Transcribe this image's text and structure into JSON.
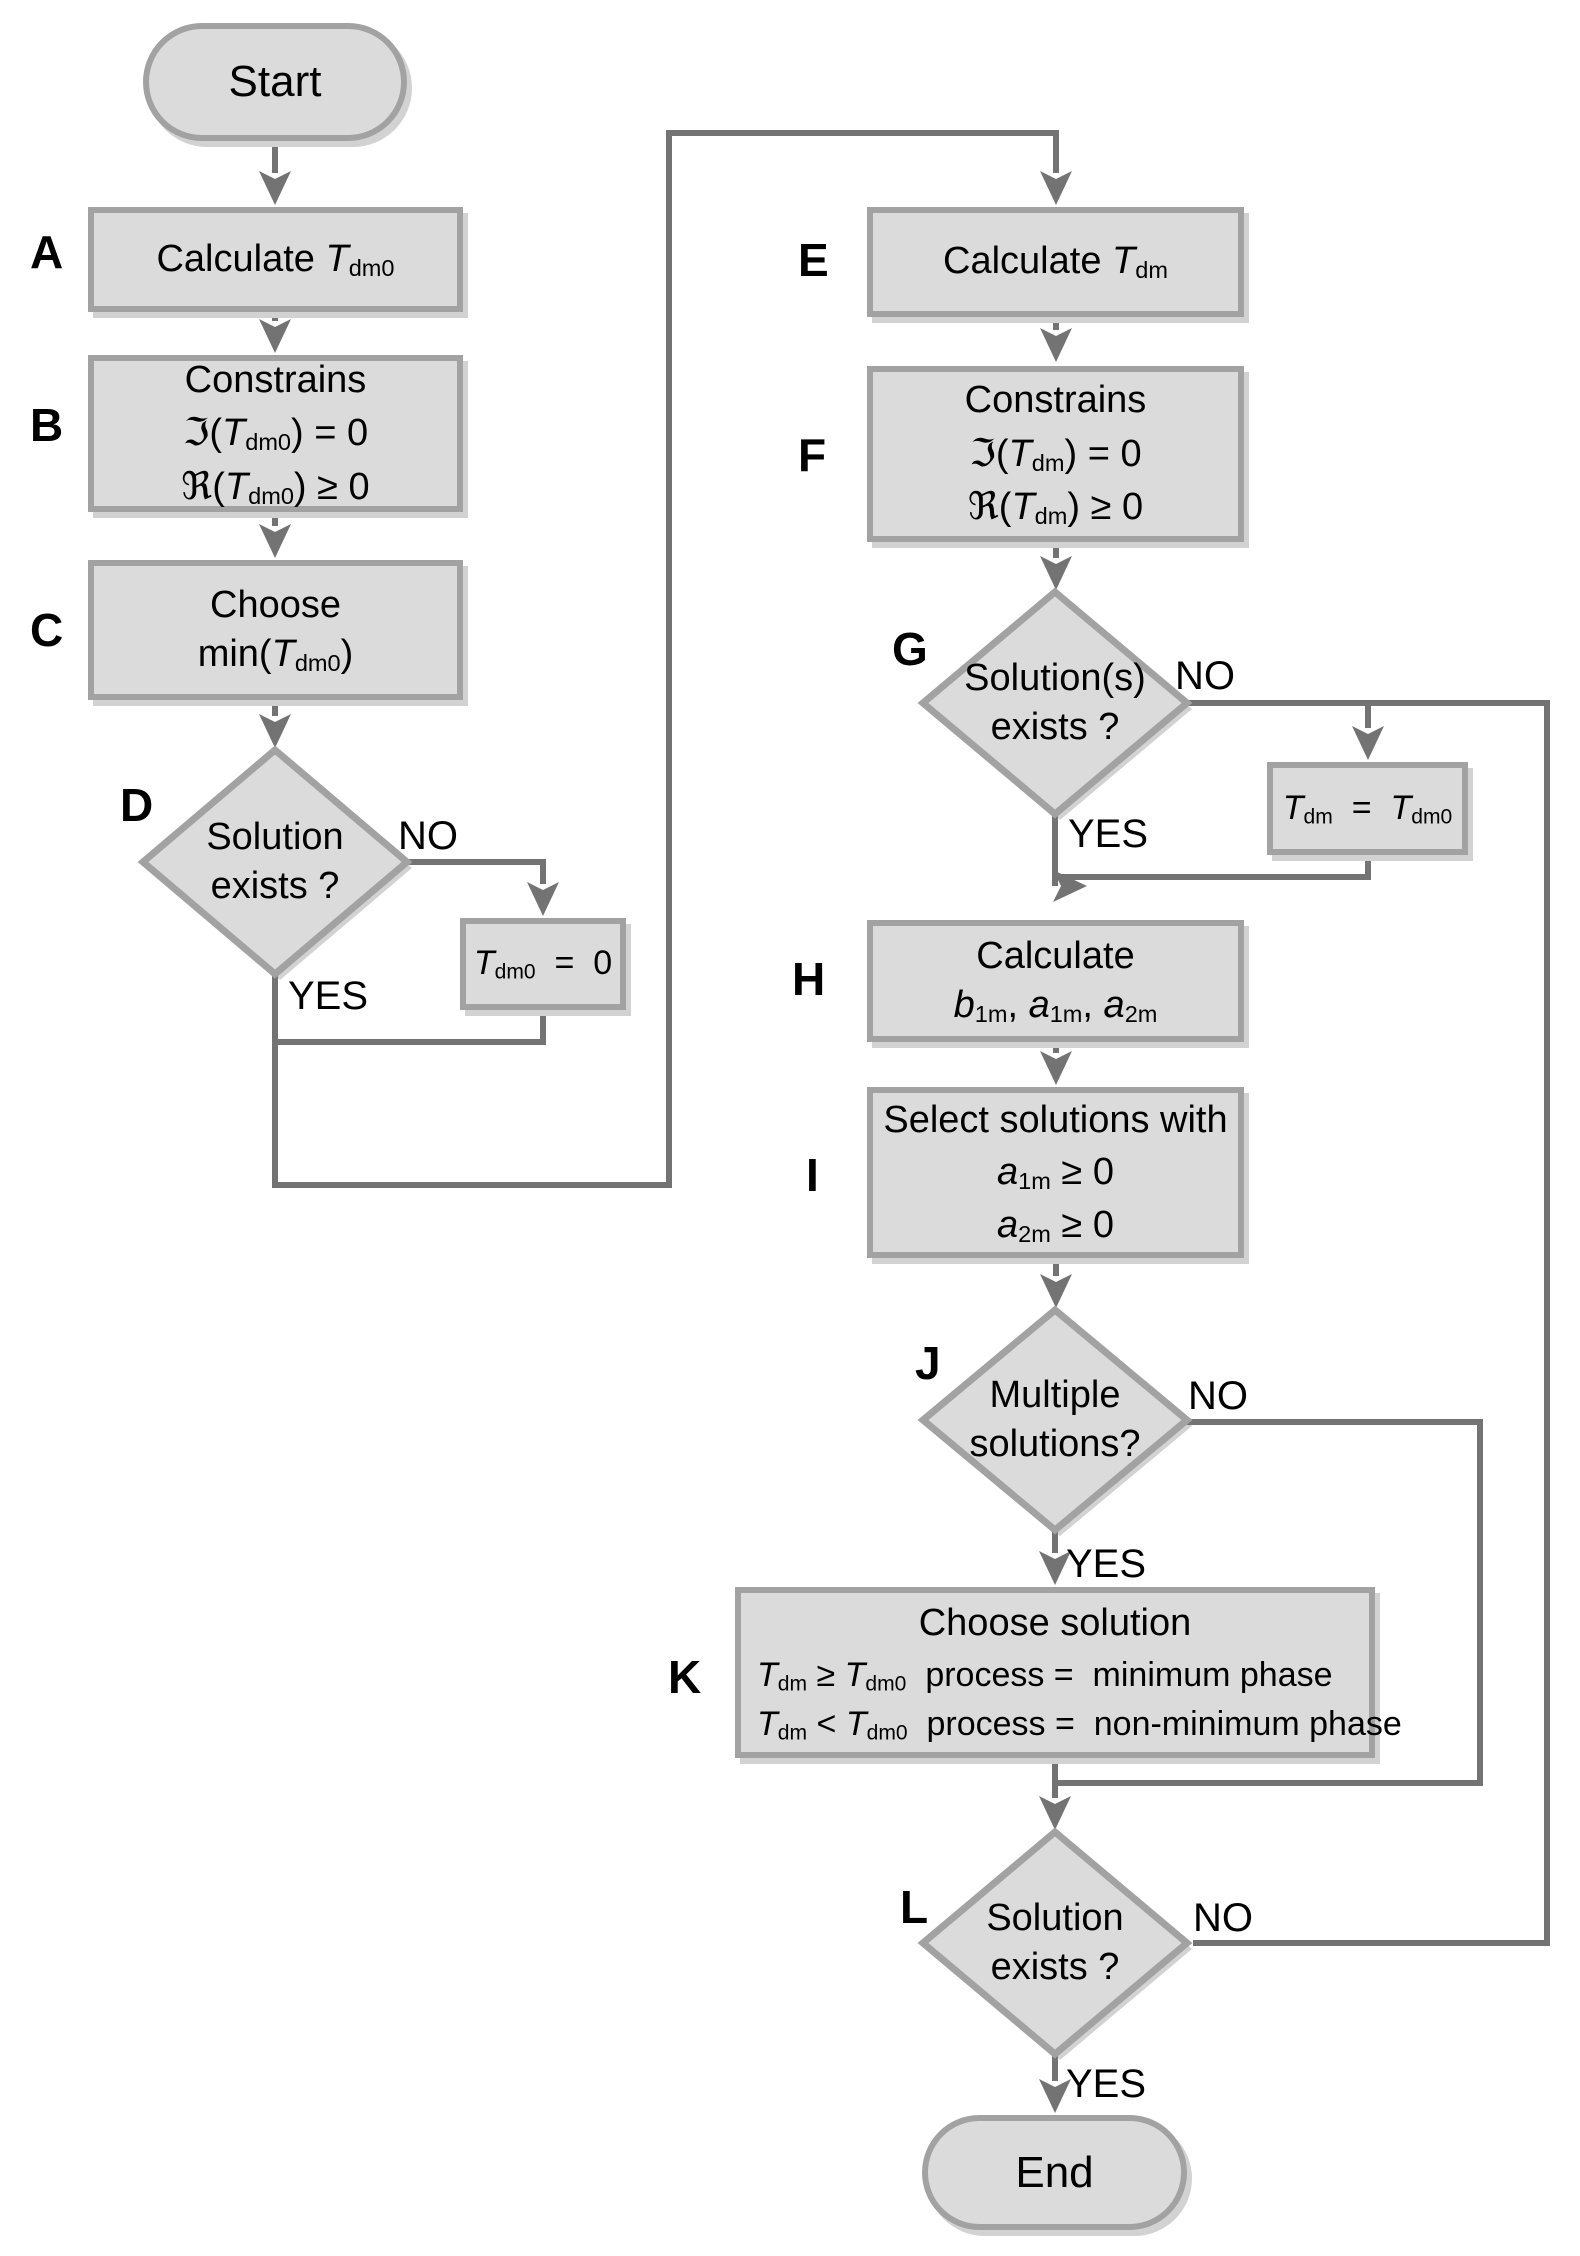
{
  "colors": {
    "node_fill": "#dbdbdb",
    "node_border": "#a2a2a2",
    "connector_line": "#737373",
    "shadow": "#d2d2d2",
    "text": "#000000"
  },
  "nodes": {
    "start": {
      "label": "Start"
    },
    "a": {
      "letter": "A",
      "lines": [
        [
          {
            "t": "Calculate "
          },
          {
            "t": "T",
            "i": 1
          },
          {
            "t": "dm0",
            "s": 1
          }
        ]
      ]
    },
    "b": {
      "letter": "B",
      "lines": [
        [
          {
            "t": "Constrains"
          }
        ],
        [
          {
            "t": "ℑ",
            "f": 1
          },
          {
            "t": "("
          },
          {
            "t": "T",
            "i": 1
          },
          {
            "t": "dm0",
            "s": 1
          },
          {
            "t": ") = 0"
          }
        ],
        [
          {
            "t": "ℜ",
            "f": 1
          },
          {
            "t": "("
          },
          {
            "t": "T",
            "i": 1
          },
          {
            "t": "dm0",
            "s": 1
          },
          {
            "t": ") ≥ 0"
          }
        ]
      ]
    },
    "c": {
      "letter": "C",
      "lines": [
        [
          {
            "t": "Choose"
          }
        ],
        [
          {
            "t": "min("
          },
          {
            "t": "T",
            "i": 1
          },
          {
            "t": "dm0",
            "s": 1
          },
          {
            "t": ")"
          }
        ]
      ]
    },
    "d": {
      "letter": "D",
      "lines": [
        [
          {
            "t": "Solution"
          }
        ],
        [
          {
            "t": "exists ?"
          }
        ]
      ]
    },
    "t0": {
      "lines": [
        [
          {
            "t": "T",
            "i": 1
          },
          {
            "t": "dm0",
            "s": 1
          },
          {
            "t": "  =  0"
          }
        ]
      ]
    },
    "e": {
      "letter": "E",
      "lines": [
        [
          {
            "t": "Calculate "
          },
          {
            "t": "T",
            "i": 1
          },
          {
            "t": "dm",
            "s": 1
          }
        ]
      ]
    },
    "f": {
      "letter": "F",
      "lines": [
        [
          {
            "t": "Constrains"
          }
        ],
        [
          {
            "t": "ℑ",
            "f": 1
          },
          {
            "t": "("
          },
          {
            "t": "T",
            "i": 1
          },
          {
            "t": "dm",
            "s": 1
          },
          {
            "t": ") = 0"
          }
        ],
        [
          {
            "t": "ℜ",
            "f": 1
          },
          {
            "t": "("
          },
          {
            "t": "T",
            "i": 1
          },
          {
            "t": "dm",
            "s": 1
          },
          {
            "t": ") ≥ 0"
          }
        ]
      ]
    },
    "g": {
      "letter": "G",
      "lines": [
        [
          {
            "t": "Solution(s)"
          }
        ],
        [
          {
            "t": "exists ?"
          }
        ]
      ]
    },
    "t1": {
      "lines": [
        [
          {
            "t": "T",
            "i": 1
          },
          {
            "t": "dm",
            "s": 1
          },
          {
            "t": "  =  "
          },
          {
            "t": "T",
            "i": 1
          },
          {
            "t": "dm0",
            "s": 1
          }
        ]
      ]
    },
    "h": {
      "letter": "H",
      "lines": [
        [
          {
            "t": "Calculate"
          }
        ],
        [
          {
            "t": "b",
            "i": 1
          },
          {
            "t": "1m",
            "s": 1
          },
          {
            "t": ", "
          },
          {
            "t": "a",
            "i": 1
          },
          {
            "t": "1m",
            "s": 1
          },
          {
            "t": ", "
          },
          {
            "t": "a",
            "i": 1
          },
          {
            "t": "2m",
            "s": 1
          }
        ]
      ]
    },
    "i": {
      "letter": "I",
      "lines": [
        [
          {
            "t": "Select solutions with"
          }
        ],
        [
          {
            "t": "a",
            "i": 1
          },
          {
            "t": "1m",
            "s": 1
          },
          {
            "t": " ≥ 0"
          }
        ],
        [
          {
            "t": "a",
            "i": 1
          },
          {
            "t": "2m",
            "s": 1
          },
          {
            "t": " ≥ 0"
          }
        ]
      ]
    },
    "j": {
      "letter": "J",
      "lines": [
        [
          {
            "t": "Multiple"
          }
        ],
        [
          {
            "t": "solutions?"
          }
        ]
      ]
    },
    "k": {
      "letter": "K",
      "lines": [
        [
          {
            "t": "Choose solution"
          }
        ],
        [
          {
            "t": "T",
            "i": 1
          },
          {
            "t": "dm",
            "s": 1
          },
          {
            "t": " ≥ "
          },
          {
            "t": "T",
            "i": 1
          },
          {
            "t": "dm0",
            "s": 1
          },
          {
            "t": "  process =  minimum phase"
          }
        ],
        [
          {
            "t": "T",
            "i": 1
          },
          {
            "t": "dm",
            "s": 1
          },
          {
            "t": " < "
          },
          {
            "t": "T",
            "i": 1
          },
          {
            "t": "dm0",
            "s": 1
          },
          {
            "t": "  process =  non-minimum phase"
          }
        ]
      ]
    },
    "l": {
      "letter": "L",
      "lines": [
        [
          {
            "t": "Solution"
          }
        ],
        [
          {
            "t": "exists ?"
          }
        ]
      ]
    },
    "end": {
      "label": "End"
    }
  },
  "edge_labels": {
    "d_no": "NO",
    "d_yes": "YES",
    "g_no": "NO",
    "g_yes": "YES",
    "j_no": "NO",
    "j_yes": "YES",
    "l_no": "NO",
    "l_yes": "YES"
  }
}
